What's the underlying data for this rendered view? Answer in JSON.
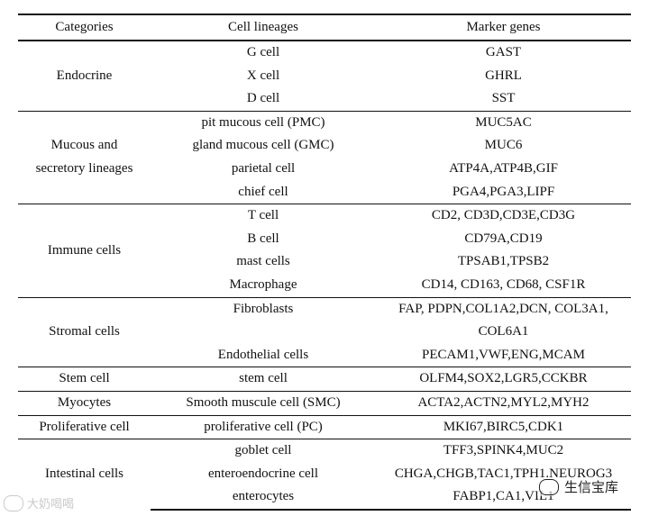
{
  "table": {
    "headers": [
      "Categories",
      "Cell lineages",
      "Marker genes"
    ],
    "groups": [
      {
        "category": "Endocrine",
        "rows": [
          {
            "lineage": "G cell",
            "genes": "GAST"
          },
          {
            "lineage": "X cell",
            "genes": "GHRL"
          },
          {
            "lineage": "D cell",
            "genes": "SST"
          }
        ]
      },
      {
        "category": "Mucous and secretory lineages",
        "category_lines": [
          "Mucous and",
          "secretory lineages"
        ],
        "rows": [
          {
            "lineage": "pit mucous cell (PMC)",
            "genes": "MUC5AC"
          },
          {
            "lineage": "gland mucous cell (GMC)",
            "genes": "MUC6"
          },
          {
            "lineage": "parietal cell",
            "genes": "ATP4A,ATP4B,GIF"
          },
          {
            "lineage": "chief cell",
            "genes": "PGA4,PGA3,LIPF"
          }
        ]
      },
      {
        "category": "Immune cells",
        "rows": [
          {
            "lineage": "T cell",
            "genes": "CD2, CD3D,CD3E,CD3G"
          },
          {
            "lineage": "B cell",
            "genes": "CD79A,CD19"
          },
          {
            "lineage": "mast cells",
            "genes": "TPSAB1,TPSB2"
          },
          {
            "lineage": "Macrophage",
            "genes": "CD14, CD163, CD68, CSF1R"
          }
        ]
      },
      {
        "category": "Stromal cells",
        "rows": [
          {
            "lineage": "Fibroblasts",
            "genes": "FAP, PDPN,COL1A2,DCN, COL3A1,",
            "genes_cont": "COL6A1"
          },
          {
            "lineage": "Endothelial cells",
            "genes": "PECAM1,VWF,ENG,MCAM"
          }
        ]
      },
      {
        "category": "Stem cell",
        "rows": [
          {
            "lineage": "stem cell",
            "genes": "OLFM4,SOX2,LGR5,CCKBR"
          }
        ]
      },
      {
        "category": "Myocytes",
        "rows": [
          {
            "lineage": "Smooth muscule cell (SMC)",
            "genes": "ACTA2,ACTN2,MYL2,MYH2"
          }
        ]
      },
      {
        "category": "Proliferative cell",
        "rows": [
          {
            "lineage": "proliferative cell (PC)",
            "genes": "MKI67,BIRC5,CDK1"
          }
        ]
      },
      {
        "category": "Intestinal cells",
        "rows": [
          {
            "lineage": "goblet cell",
            "genes": "TFF3,SPINK4,MUC2"
          },
          {
            "lineage": "enteroendocrine cell",
            "genes": "CHGA,CHGB,TAC1,TPH1.NEUROG3"
          },
          {
            "lineage": "enterocytes",
            "genes": "FABP1,CA1,VIL1"
          }
        ]
      }
    ]
  },
  "watermarks": {
    "left": "大奶喝喝",
    "right": "生信宝库"
  },
  "icons": {
    "left": "wechat-icon",
    "right": "wechat-icon"
  }
}
